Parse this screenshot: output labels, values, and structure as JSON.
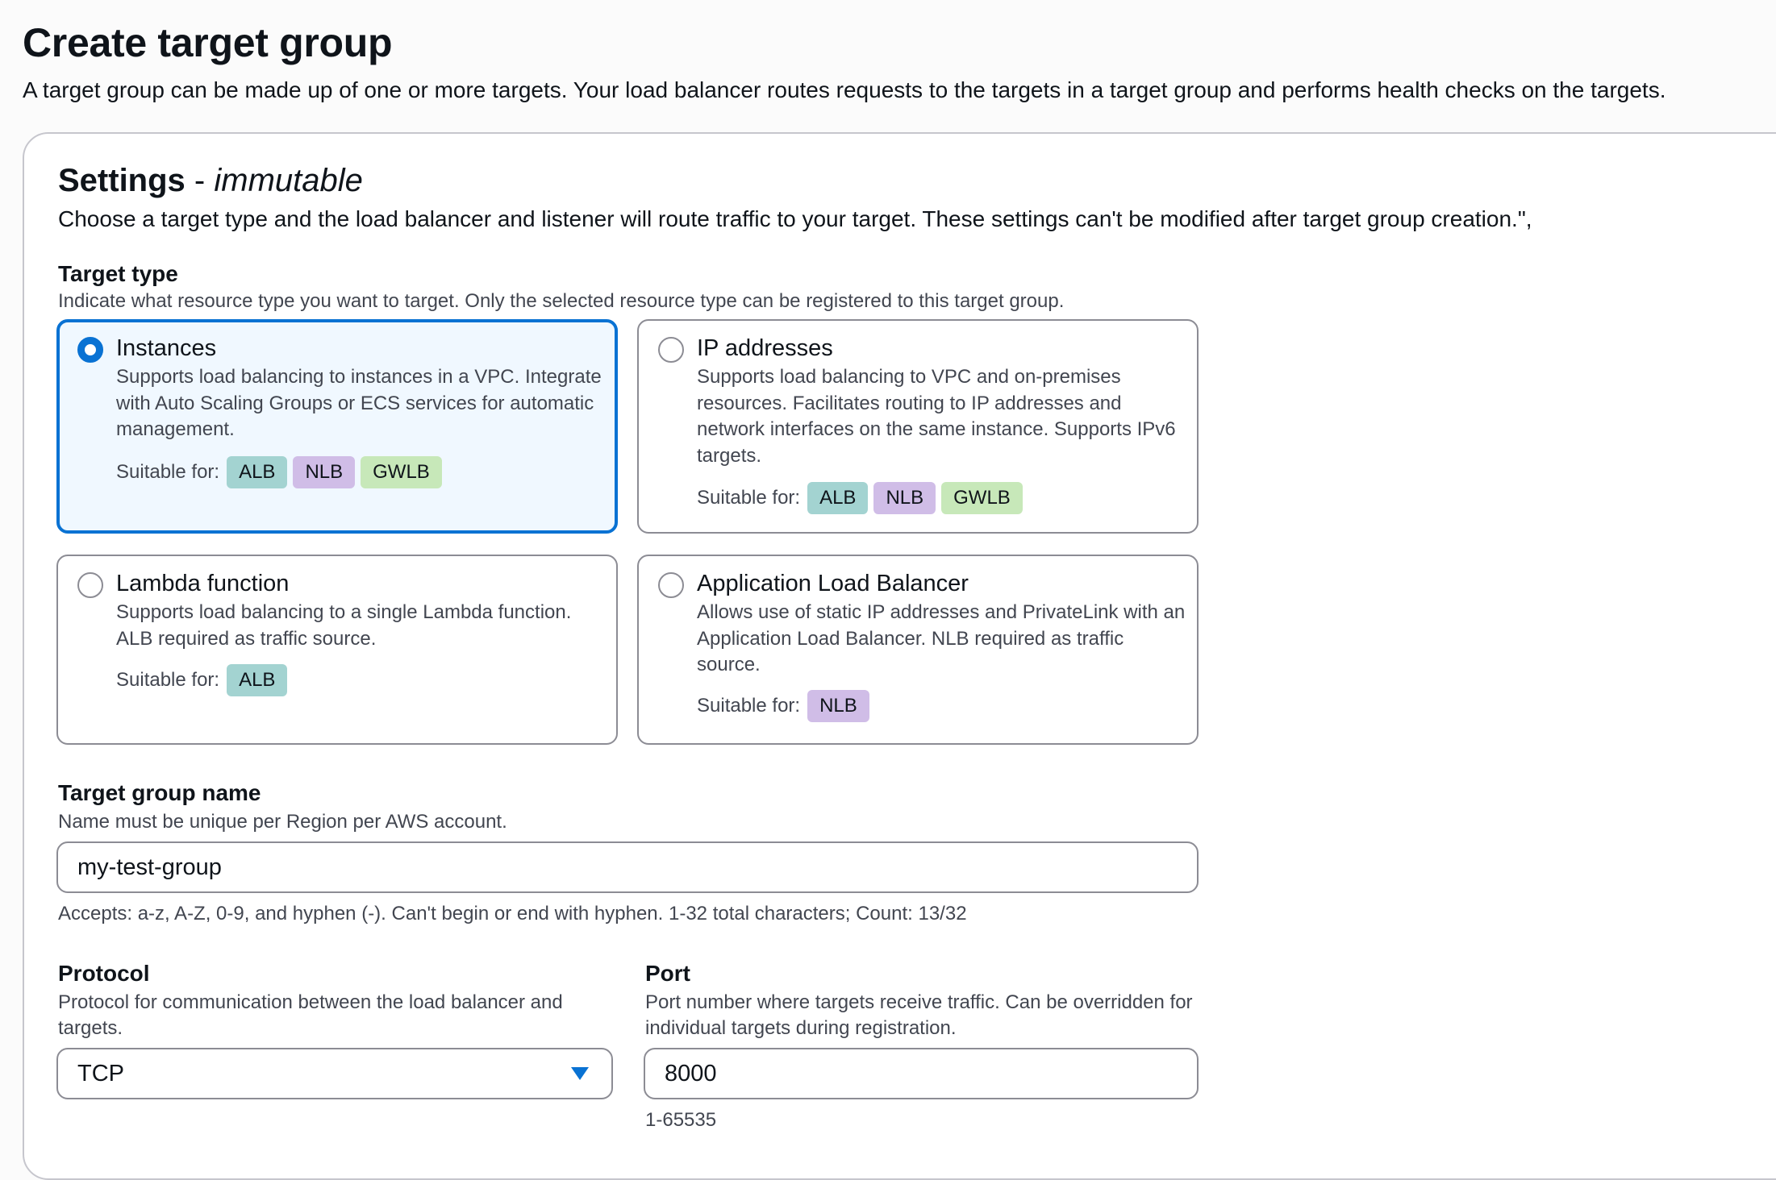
{
  "header": {
    "title": "Create target group",
    "description": "A target group can be made up of one or more targets. Your load balancer routes requests to the targets in a target group and performs health checks on the targets."
  },
  "settings": {
    "title": "Settings",
    "title_separator": "-",
    "title_suffix": "immutable",
    "description": "Choose a target type and the load balancer and listener will route traffic to your target. These settings can't be modified after target group creation.\","
  },
  "target_type": {
    "label": "Target type",
    "description": "Indicate what resource type you want to target. Only the selected resource type can be registered to this target group.",
    "suitable_label": "Suitable for:",
    "selected": "Instances",
    "options": [
      {
        "title": "Instances",
        "description": "Supports load balancing to instances in a VPC. Integrate with Auto Scaling Groups or ECS services for automatic management.",
        "badges": [
          "ALB",
          "NLB",
          "GWLB"
        ]
      },
      {
        "title": "IP addresses",
        "description": "Supports load balancing to VPC and on-premises resources. Facilitates routing to IP addresses and network interfaces on the same instance. Supports IPv6 targets.",
        "badges": [
          "ALB",
          "NLB",
          "GWLB"
        ]
      },
      {
        "title": "Lambda function",
        "description": "Supports load balancing to a single Lambda function. ALB required as traffic source.",
        "badges": [
          "ALB"
        ]
      },
      {
        "title": "Application Load Balancer",
        "description": "Allows use of static IP addresses and PrivateLink with an Application Load Balancer. NLB required as traffic source.",
        "badges": [
          "NLB"
        ]
      }
    ]
  },
  "target_group_name": {
    "label": "Target group name",
    "description": "Name must be unique per Region per AWS account.",
    "value": "my-test-group",
    "constraint": "Accepts: a-z, A-Z, 0-9, and hyphen (-). Can't begin or end with hyphen. 1-32 total characters; Count: 13/32"
  },
  "protocol": {
    "label": "Protocol",
    "description": "Protocol for communication between the load balancer and targets.",
    "value": "TCP",
    "icon": "caret-down-icon"
  },
  "port": {
    "label": "Port",
    "description": "Port number where targets receive traffic. Can be overridden for individual targets during registration.",
    "value": "8000",
    "constraint": "1-65535"
  },
  "colors": {
    "accent": "#0972d3",
    "selected_bg": "#f0f8ff",
    "badge_alb": "#a3d3d1",
    "badge_nlb": "#d0bde7",
    "badge_gwlb": "#c7e8b9"
  }
}
